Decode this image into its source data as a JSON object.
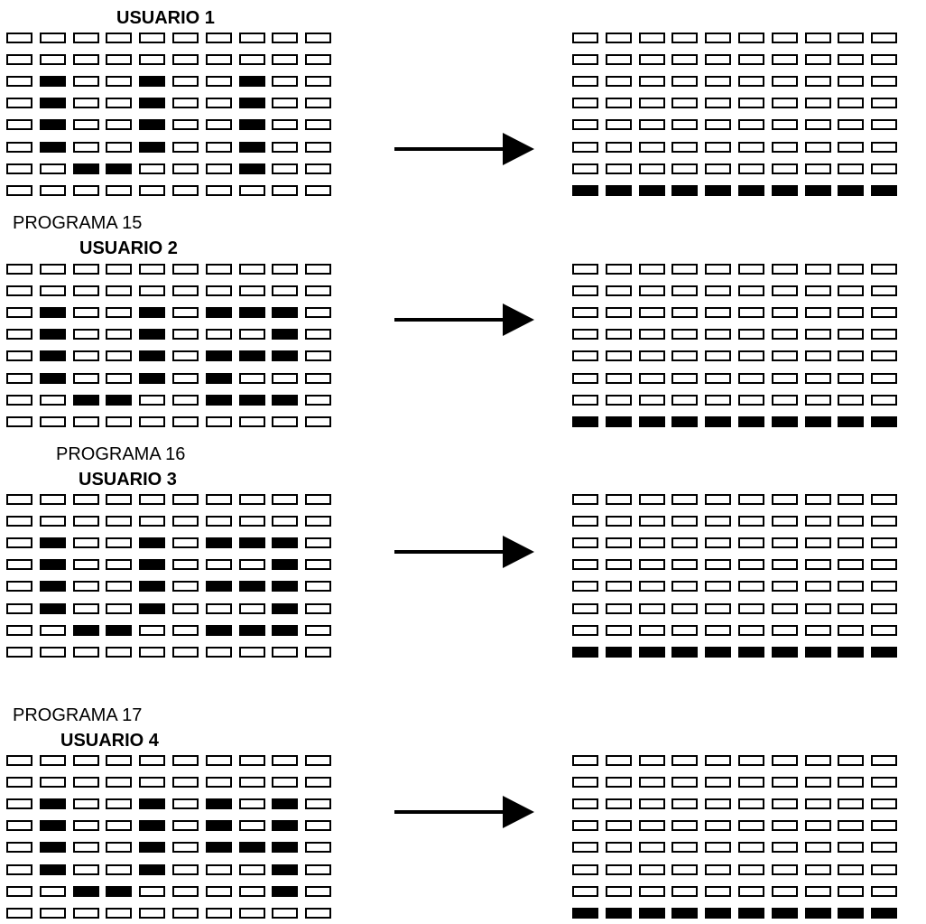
{
  "colors": {
    "on": "#000000",
    "off": "#ffffff",
    "outline": "#000000"
  },
  "blocks": [
    {
      "program_label": "",
      "user_label": "USUARIO 1",
      "left_grid": [
        "0000000000",
        "0000000000",
        "0100100100",
        "0100100100",
        "0100100100",
        "0100100100",
        "0011000100",
        "0000000000"
      ],
      "right_grid": [
        "0000000000",
        "0000000000",
        "0000000000",
        "0000000000",
        "0000000000",
        "0000000000",
        "0000000000",
        "1111111111"
      ]
    },
    {
      "program_label": "PROGRAMA 15",
      "user_label": "USUARIO 2",
      "left_grid": [
        "0000000000",
        "0000000000",
        "0100101110",
        "0100100010",
        "0100101110",
        "0100101000",
        "0011001110",
        "0000000000"
      ],
      "right_grid": [
        "0000000000",
        "0000000000",
        "0000000000",
        "0000000000",
        "0000000000",
        "0000000000",
        "0000000000",
        "1111111111"
      ]
    },
    {
      "program_label": "PROGRAMA 16",
      "user_label": "USUARIO 3",
      "left_grid": [
        "0000000000",
        "0000000000",
        "0100101110",
        "0100100010",
        "0100101110",
        "0100100010",
        "0011001110",
        "0000000000"
      ],
      "right_grid": [
        "0000000000",
        "0000000000",
        "0000000000",
        "0000000000",
        "0000000000",
        "0000000000",
        "0000000000",
        "1111111111"
      ]
    },
    {
      "program_label": "PROGRAMA 17",
      "user_label": "USUARIO 4",
      "left_grid": [
        "0000000000",
        "0000000000",
        "0100101010",
        "0100101010",
        "0100101110",
        "0100100010",
        "0011000010",
        "0000000000"
      ],
      "right_grid": [
        "0000000000",
        "0000000000",
        "0000000000",
        "0000000000",
        "0000000000",
        "0000000000",
        "0000000000",
        "1111111111"
      ]
    }
  ]
}
